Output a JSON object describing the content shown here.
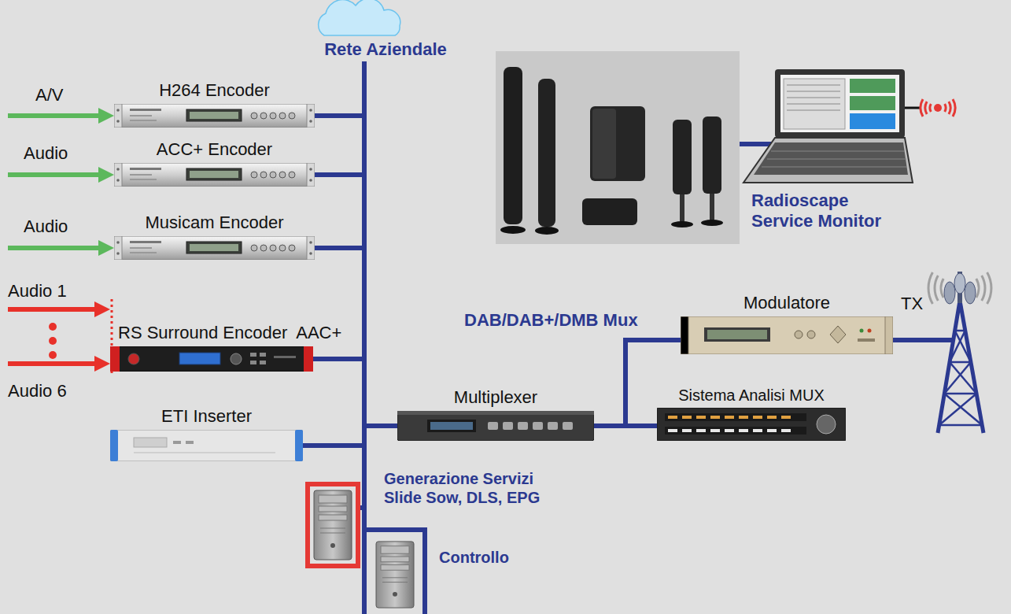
{
  "diagram": {
    "nodes": [
      {
        "text": [
          "Rete Aziendale"
        ]
      },
      {
        "text": [
          "H264 Encoder"
        ]
      },
      {
        "text": [
          "ACC+ Encoder"
        ]
      },
      {
        "text": [
          "Musicam Encoder"
        ]
      },
      {
        "text": [
          "RS Surround Encoder  AAC+"
        ]
      },
      {
        "text": [
          "ETI Inserter"
        ]
      },
      {
        "text": [
          "Multiplexer"
        ]
      },
      {
        "text": [
          "Modulatore"
        ]
      },
      {
        "text": [
          "Sistema Analisi MUX"
        ]
      },
      {
        "text": [
          "TX"
        ]
      },
      {
        "text": [
          "Generazione Servizi Slide Sow, DLS, EPG"
        ]
      },
      {
        "text": [
          "Controllo"
        ]
      },
      {
        "text": [
          "Radioscape Service Monitor"
        ]
      }
    ],
    "edges": [
      {
        "from": 1,
        "to": 0,
        "arrow": "none"
      },
      {
        "from": 2,
        "to": 0,
        "arrow": "none"
      },
      {
        "from": 3,
        "to": 0,
        "arrow": "none"
      },
      {
        "from": 4,
        "to": 0,
        "arrow": "none"
      },
      {
        "from": 5,
        "to": 0,
        "arrow": "none"
      },
      {
        "from": 6,
        "to": 0,
        "arrow": "none"
      },
      {
        "from": 10,
        "to": 0,
        "arrow": "none"
      },
      {
        "from": 11,
        "to": 0,
        "arrow": "none"
      },
      {
        "from": 6,
        "to": 7,
        "arrow": "none"
      },
      {
        "from": 6,
        "to": 8,
        "arrow": "none"
      },
      {
        "from": 7,
        "to": 9,
        "arrow": "none"
      }
    ],
    "labels": [
      "A/V",
      "Audio",
      "Audio",
      "Audio 1",
      "Audio 6",
      "DAB/DAB+/DMB Mux"
    ]
  }
}
